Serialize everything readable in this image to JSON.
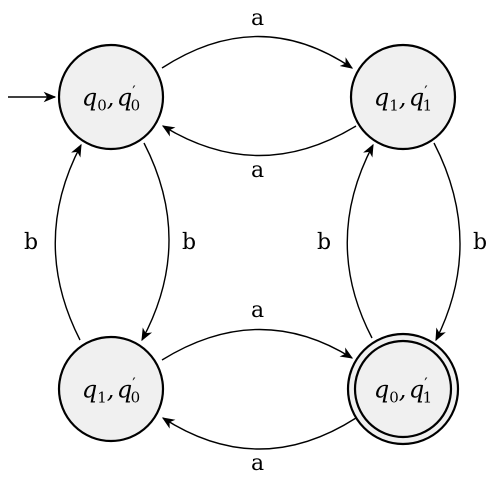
{
  "states": [
    {
      "id": "s00",
      "label": {
        "a": "q",
        "a_sub": "0",
        "b": "q",
        "b_sub": "0",
        "b_sup": "′"
      },
      "initial": true,
      "accepting": false
    },
    {
      "id": "s11",
      "label": {
        "a": "q",
        "a_sub": "1",
        "b": "q",
        "b_sub": "1",
        "b_sup": "′"
      },
      "initial": false,
      "accepting": false
    },
    {
      "id": "s10",
      "label": {
        "a": "q",
        "a_sub": "1",
        "b": "q",
        "b_sub": "0",
        "b_sup": "′"
      },
      "initial": false,
      "accepting": false
    },
    {
      "id": "s01",
      "label": {
        "a": "q",
        "a_sub": "0",
        "b": "q",
        "b_sub": "1",
        "b_sup": "′"
      },
      "initial": false,
      "accepting": true
    }
  ],
  "transitions": [
    {
      "from": "s00",
      "to": "s11",
      "symbol": "a"
    },
    {
      "from": "s11",
      "to": "s00",
      "symbol": "a"
    },
    {
      "from": "s10",
      "to": "s01",
      "symbol": "a"
    },
    {
      "from": "s01",
      "to": "s10",
      "symbol": "a"
    },
    {
      "from": "s00",
      "to": "s10",
      "symbol": "b"
    },
    {
      "from": "s10",
      "to": "s00",
      "symbol": "b"
    },
    {
      "from": "s11",
      "to": "s01",
      "symbol": "b"
    },
    {
      "from": "s01",
      "to": "s11",
      "symbol": "b"
    }
  ],
  "colors": {
    "state_fill": "#f0f0f0",
    "stroke": "#000000"
  }
}
